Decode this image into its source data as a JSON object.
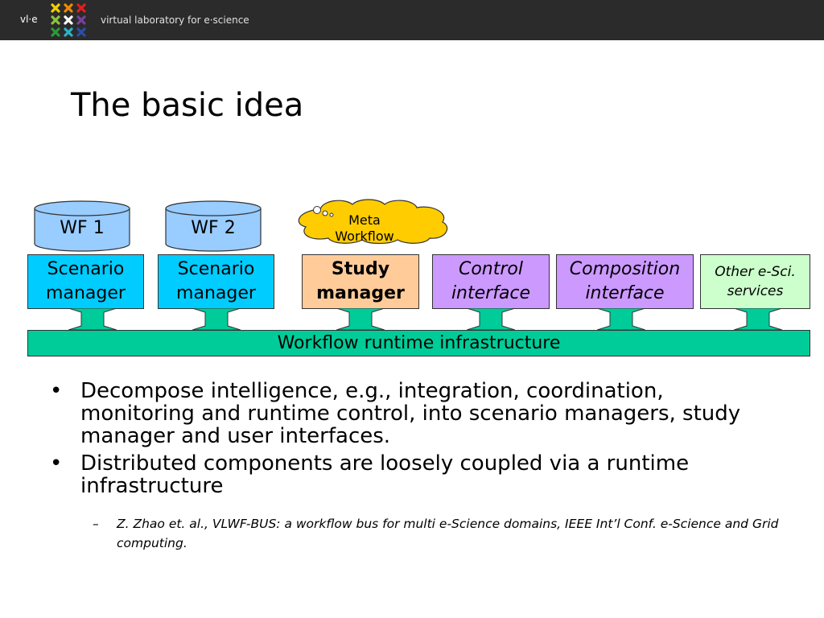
{
  "header": {
    "brand_short": "vl·e",
    "brand_long": "virtual laboratory for e·science"
  },
  "title": "The basic idea",
  "diagram": {
    "databases": [
      {
        "label": "WF 1"
      },
      {
        "label": "WF 2"
      }
    ],
    "cloud": {
      "line1": "Meta",
      "line2": "Workflow"
    },
    "components": [
      {
        "line1": "Scenario",
        "line2": "manager",
        "fill": "#00ccff"
      },
      {
        "line1": "Scenario",
        "line2": "manager",
        "fill": "#00ccff"
      },
      {
        "line1": "Study",
        "line2": "manager",
        "fill": "#ffcc99"
      },
      {
        "line1": "Control",
        "line2": "interface",
        "fill": "#cc99ff"
      },
      {
        "line1": "Composition",
        "line2": "interface",
        "fill": "#cc99ff"
      },
      {
        "line1": "Other e-Sci.",
        "line2": "services",
        "fill": "#ccffcc"
      }
    ],
    "bus_label": "Workflow runtime infrastructure",
    "colors": {
      "database": "#99ccff",
      "cloud": "#ffcc00",
      "bus": "#00cc99"
    }
  },
  "bullets": [
    "Decompose intelligence, e.g., integration, coordination, monitoring and runtime control, into scenario managers, study manager and user interfaces.",
    "Distributed components are loosely coupled via a runtime infrastructure"
  ],
  "reference": "Z. Zhao et. al., VLWF-BUS: a workflow bus for multi e-Science domains, IEEE Int’l Conf. e-Science and Grid computing."
}
